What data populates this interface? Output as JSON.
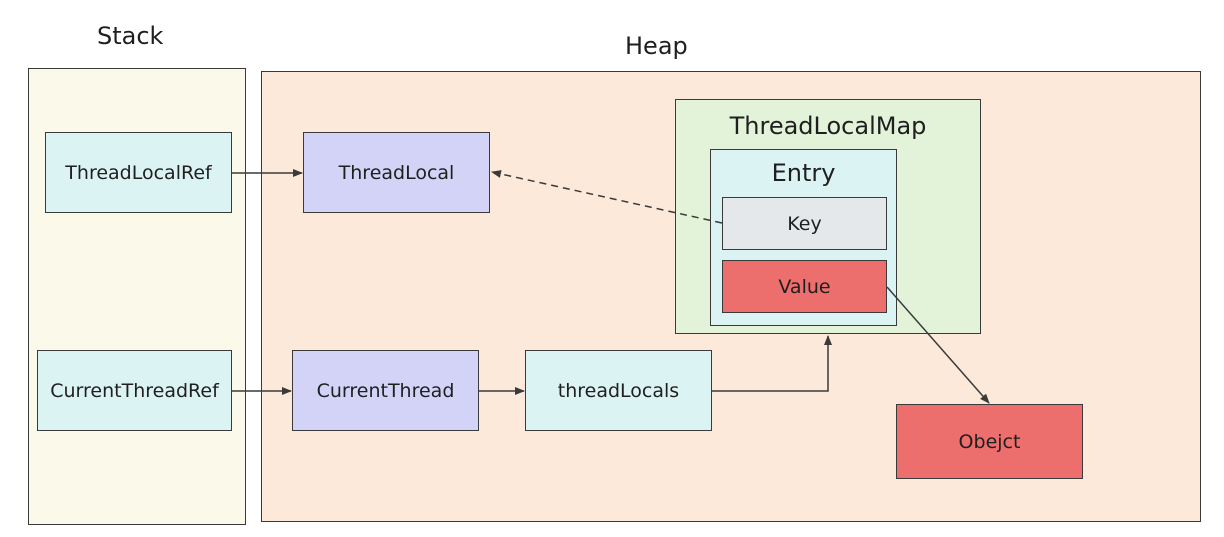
{
  "stack": {
    "title": "Stack",
    "color": "#fbf9ea",
    "nodes": {
      "thread_local_ref": "ThreadLocalRef",
      "current_thread_ref": "CurrentThreadRef"
    }
  },
  "heap": {
    "title": "Heap",
    "color": "#fce9d9",
    "nodes": {
      "thread_local": "ThreadLocal",
      "current_thread": "CurrentThread",
      "thread_locals": "threadLocals",
      "object": "Obejct"
    },
    "thread_local_map": {
      "title": "ThreadLocalMap",
      "color": "#e3f3d9",
      "entry": {
        "title": "Entry",
        "color": "#dcf3f4",
        "key": "Key",
        "value": "Value"
      }
    }
  },
  "palette": {
    "ref_box": "#dcf3f4",
    "heap_object_box": "#d3d3f7",
    "key_box": "#e5e8ea",
    "value_box": "#ec6e6d",
    "border": "#3a3a3a",
    "arrow": "#3a3a3a"
  },
  "links": [
    {
      "from": "ThreadLocalRef",
      "to": "ThreadLocal",
      "style": "solid"
    },
    {
      "from": "Key",
      "to": "ThreadLocal",
      "style": "dashed"
    },
    {
      "from": "CurrentThreadRef",
      "to": "CurrentThread",
      "style": "solid"
    },
    {
      "from": "CurrentThread",
      "to": "threadLocals",
      "style": "solid"
    },
    {
      "from": "threadLocals",
      "to": "ThreadLocalMap",
      "style": "solid"
    },
    {
      "from": "Value",
      "to": "Obejct",
      "style": "solid"
    }
  ]
}
